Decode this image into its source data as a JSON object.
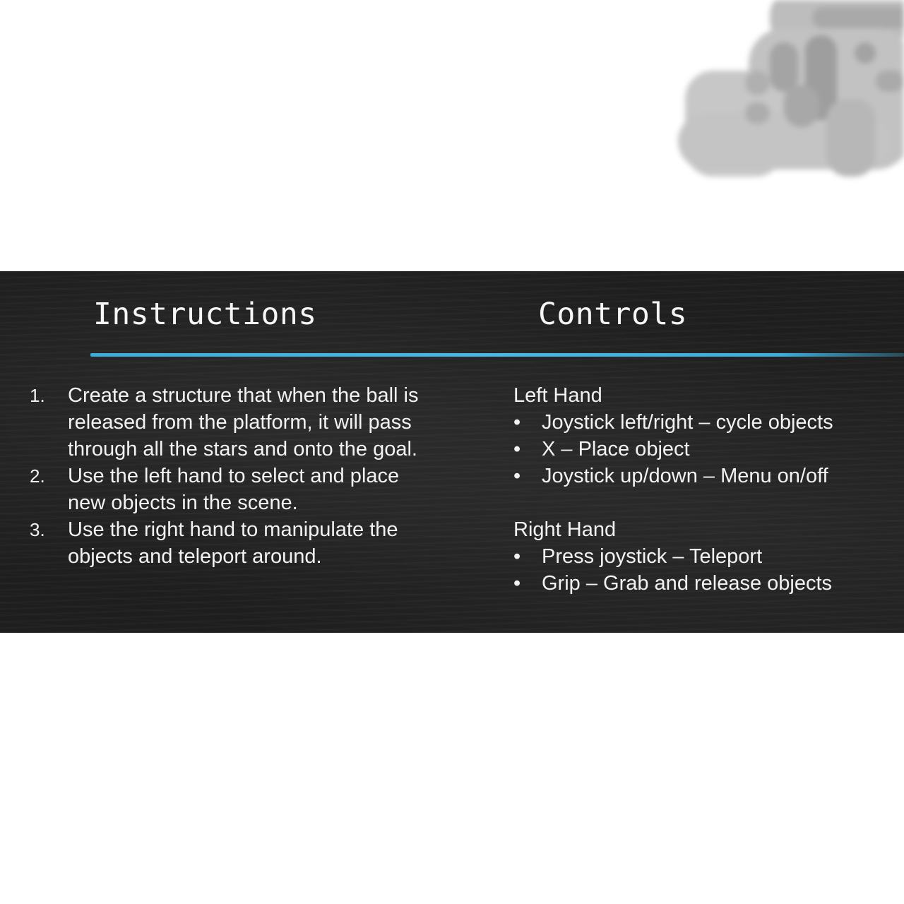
{
  "scene_preview": {
    "icon": "blurred-game-scene"
  },
  "instructions": {
    "heading": "Instructions",
    "steps": [
      {
        "num": "1.",
        "text": "Create a structure that when the ball is released from the platform, it will pass through all the stars and onto the goal."
      },
      {
        "num": "2.",
        "text": "Use the left hand to select and place new objects in the scene."
      },
      {
        "num": "3.",
        "text": "Use the right hand to manipulate the objects and teleport around."
      }
    ]
  },
  "controls": {
    "heading": "Controls",
    "left_hand": {
      "title": "Left Hand",
      "items": [
        "Joystick left/right – cycle objects",
        "X – Place object",
        "Joystick up/down – Menu on/off"
      ]
    },
    "right_hand": {
      "title": "Right Hand",
      "items": [
        "Press joystick – Teleport",
        "Grip – Grab and release objects"
      ]
    },
    "bullet": "•"
  },
  "colors": {
    "board": "#1e1e1e",
    "accent_line": "#3aaedc",
    "text": "#f2f2f2"
  }
}
